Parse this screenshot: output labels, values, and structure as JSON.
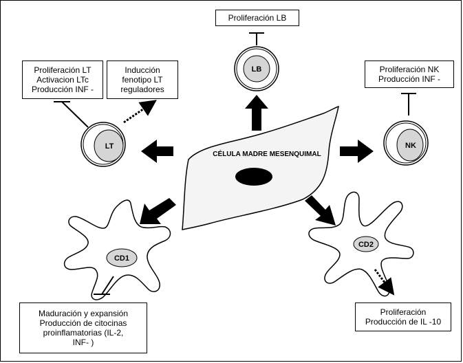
{
  "central_cell": {
    "label": "CÉLULA MADRE MESENQUIMAL"
  },
  "cells": {
    "lb": "LB",
    "lt": "LT",
    "nk": "NK",
    "cd1": "CD1",
    "cd2": "CD2"
  },
  "boxes": {
    "lb_effect": [
      "Proliferación LB"
    ],
    "lt_inhibit": [
      "Proliferación LT",
      "Activacion  LTc",
      "Producción INF -"
    ],
    "lt_induce": [
      "Inducción",
      "fenotipo LT",
      "reguladores"
    ],
    "nk_inhibit": [
      "Proliferación NK",
      "Producción INF -"
    ],
    "cd1_inhibit": [
      "Maduración y expansión",
      "Producción de  citocinas",
      "proinflamatorias   (IL-2,",
      "INF- )"
    ],
    "cd2_induce": [
      "Proliferación",
      "Producción de IL -10"
    ]
  }
}
